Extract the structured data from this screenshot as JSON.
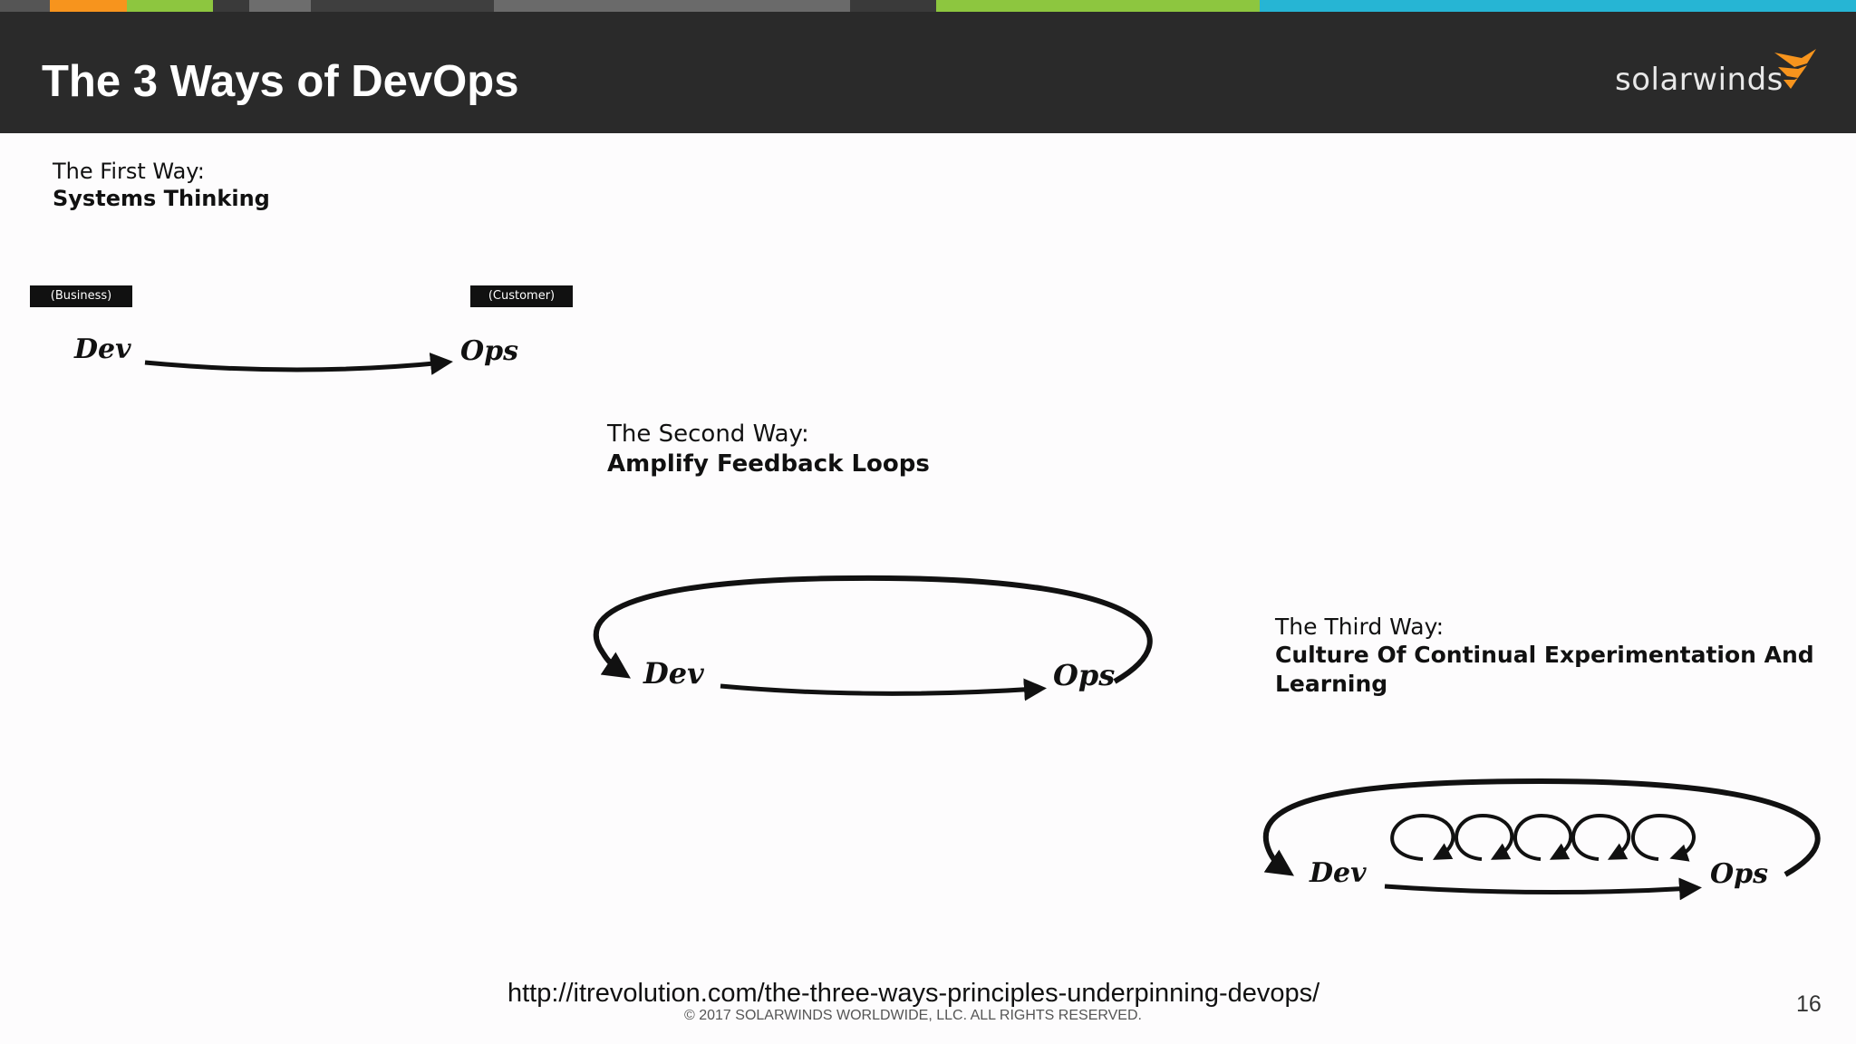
{
  "slide": {
    "title": "The 3 Ways of DevOps",
    "brand": "solarwinds",
    "page_number": "16"
  },
  "colors": {
    "header_bg": "#2a2a2a",
    "accent_orange": "#f7941d",
    "accent_green": "#8dc63f",
    "accent_cyan": "#26b5d4",
    "bar_gray": "#555555"
  },
  "first_way": {
    "heading": "The First Way:",
    "subheading": "Systems Thinking",
    "tag_left": "(Business)",
    "tag_right": "(Customer)",
    "dev": "Dev",
    "ops": "Ops"
  },
  "second_way": {
    "heading": "The Second Way:",
    "subheading": "Amplify Feedback Loops",
    "dev": "Dev",
    "ops": "Ops"
  },
  "third_way": {
    "heading": "The Third Way:",
    "subheading_line1": "Culture Of Continual Experimentation And",
    "subheading_line2": "Learning",
    "dev": "Dev",
    "ops": "Ops"
  },
  "footer": {
    "url": "http://itrevolution.com/the-three-ways-principles-underpinning-devops/",
    "copyright": "© 2017 SOLARWINDS WORLDWIDE, LLC. ALL RIGHTS RESERVED."
  }
}
